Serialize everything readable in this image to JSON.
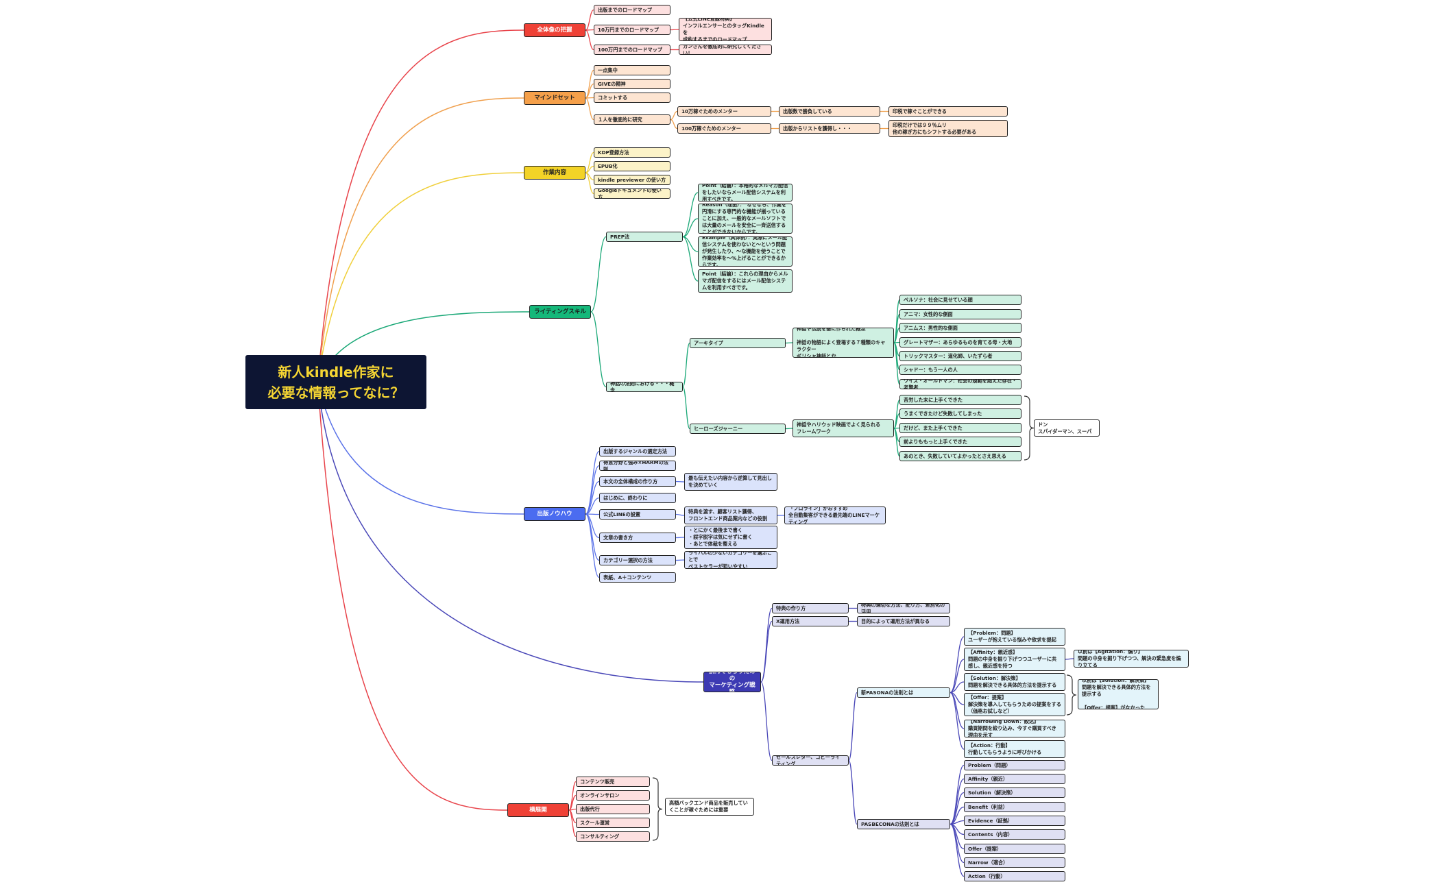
{
  "root": "新人kindle作家に\n必要な情報ってなに？",
  "branches": [
    {
      "id": "zentai",
      "label": "全体像の把握",
      "children": [
        {
          "label": "出版までのロードマップ"
        },
        {
          "label": "10万円までのロードマップ",
          "children": [
            {
              "label": "【公式LINE登録特典】\nインフルエンサーとのタッグKindleを\n成約するまでのロードマップ"
            }
          ]
        },
        {
          "label": "100万円までのロードマップ",
          "children": [
            {
              "label": "カンさんを徹底的に研究してください！"
            }
          ]
        }
      ]
    },
    {
      "id": "mind",
      "label": "マインドセット",
      "children": [
        {
          "label": "一点集中"
        },
        {
          "label": "GIVEの精神"
        },
        {
          "label": "コミットする"
        },
        {
          "label": "１人を徹底的に研究",
          "children": [
            {
              "label": "10万稼ぐためのメンター",
              "children": [
                {
                  "label": "出版数で勝負している",
                  "children": [
                    {
                      "label": "印税で稼ぐことができる"
                    }
                  ]
                }
              ]
            },
            {
              "label": "100万稼ぐためのメンター",
              "children": [
                {
                  "label": "出版からリストを獲得し・・・",
                  "children": [
                    {
                      "label": "印税だけでは９９％ムリ\n他の稼ぎ方にもシフトする必要がある"
                    }
                  ]
                }
              ]
            }
          ]
        }
      ]
    },
    {
      "id": "sagyo",
      "label": "作業内容",
      "children": [
        {
          "label": "KDP登録方法"
        },
        {
          "label": "EPUB化"
        },
        {
          "label": "kindle previewer の使い方"
        },
        {
          "label": "Googleドキュメントの使い方"
        }
      ]
    },
    {
      "id": "writing",
      "label": "ライティングスキル",
      "children": [
        {
          "label": "PREP法",
          "children": [
            {
              "label": "Point（結論）：本格的なメルマガ配信をしたいならメール配信システムを利用すべきです。"
            },
            {
              "label": "Reason（理由）：　なぜなら、作業を円滑にする専門的な機能が揃っていることに加え、一般的なメールソフトでは大量のメールを安全に一斉送信することができないからです。"
            },
            {
              "label": "Example（具体例）：実際にメール配信システムを使わないと〜という問題が発生したり、〜な機能を使うことで作業効率を〜%上げることができるからです。"
            },
            {
              "label": "Point（結論）：これらの理由からメルマガ配信をするにはメール配信システムを利用すべきです。"
            }
          ]
        },
        {
          "label": "神話の法則における・・・概念",
          "children": [
            {
              "label": "アーキタイプ",
              "children": [
                {
                  "label": "神話や伝説を基に作られた概念\n\n神話の物語によく登場する７種類のキャラクター\nギリシャ神話とか",
                  "children": [
                    {
                      "label": "ペルソナ：社会に見せている顔"
                    },
                    {
                      "label": "アニマ：女性的な側面"
                    },
                    {
                      "label": "アニムス：男性的な側面"
                    },
                    {
                      "label": "グレートマザー：あらゆるものを育てる母・大地"
                    },
                    {
                      "label": "トリックマスター：道化師、いたずら者"
                    },
                    {
                      "label": "シャドー：もう一人の人"
                    },
                    {
                      "label": "ワイズ・オールドマン：社会の規範を超えた存在・老賢者"
                    }
                  ]
                }
              ]
            },
            {
              "label": "ヒーローズジャーニー",
              "children": [
                {
                  "label": "神話やハリウッド映画でよく見られる\nフレームワーク",
                  "children": [
                    {
                      "label": "苦労した末に上手くできた"
                    },
                    {
                      "label": "うまくできたけど失敗してしまった"
                    },
                    {
                      "label": "だけど、また上手くできた"
                    },
                    {
                      "label": "前よりももっと上手くできた"
                    },
                    {
                      "label": "あのとき、失敗していてよかったとさえ思える"
                    }
                  ]
                }
              ]
            }
          ]
        }
      ]
    },
    {
      "id": "know",
      "label": "出版ノウハウ",
      "children": [
        {
          "label": "出版するジャンルの選定方法"
        },
        {
          "label": "得意分野と強み×HARMの法則"
        },
        {
          "label": "本文の全体構成の作り方",
          "children": [
            {
              "label": "最も伝えたい内容から逆算して見出しを決めていく"
            }
          ]
        },
        {
          "label": "はじめに、終わりに"
        },
        {
          "label": "公式LINEの設置",
          "children": [
            {
              "label": "特典を渡す、顧客リスト獲得、\nフロントエンド商品案内などの役割",
              "children": [
                {
                  "label": "「プロライン」がおすすめ\n全自動集客ができる最先端のLINEマーケティング"
                }
              ]
            }
          ]
        },
        {
          "label": "文章の書き方",
          "children": [
            {
              "label": "・とにかく最後まで書く\n・誤字脱字は気にせずに書く\n・あとで体裁を整える"
            }
          ]
        },
        {
          "label": "カテゴリー選択の方法",
          "children": [
            {
              "label": "ライバルの少ないカテゴリーを選ぶことで\nベストセラーが狙いやすい"
            }
          ]
        },
        {
          "label": "表紙、A＋コンテンツ"
        }
      ]
    },
    {
      "id": "market",
      "label": "読んでもらうための\nマーケティング戦略",
      "children": [
        {
          "label": "特典の作り方",
          "children": [
            {
              "label": "特典の適切な方法、配り方、差別化の活用"
            }
          ]
        },
        {
          "label": "X運用方法",
          "children": [
            {
              "label": "目的によって運用方法が異なる"
            }
          ]
        },
        {
          "label": "セールスレター、コピーライティング",
          "children": [
            {
              "label": "新PASONAの法則とは",
              "children": [
                {
                  "label": "【Problem：問題】\nユーザーが抱えている悩みや欲求を提起"
                },
                {
                  "label": "【Affinity：親近感】\n問題の中身を掘り下げつつユーザーに共感し、親近感を持つ"
                },
                {
                  "label": "【Solution：解決策】\n問題を解決できる具体的方法を提示する"
                },
                {
                  "label": "【Offer：提案】\n解決策を導入してもらうための提案をする（価格お試しなど）"
                },
                {
                  "label": "【Narrowing Down：絞込】\n購買期間を絞り込み、今すぐ購買すべき理由を示す"
                },
                {
                  "label": "【Action：行動】\n行動してもらうように呼びかける"
                }
              ]
            },
            {
              "label": "PASBECONAの法則とは",
              "children": [
                {
                  "label": "Problem（問題）"
                },
                {
                  "label": "Affinity（親近）"
                },
                {
                  "label": "Solution（解決策）"
                },
                {
                  "label": "Benefit（利益）"
                },
                {
                  "label": "Evidence（証拠）"
                },
                {
                  "label": "Contents（内容）"
                },
                {
                  "label": "Offer（提案）"
                },
                {
                  "label": "Narrow（適合）"
                },
                {
                  "label": "Action（行動）"
                }
              ]
            }
          ]
        }
      ]
    },
    {
      "id": "kitei",
      "label": "横展開",
      "children": [
        {
          "label": "コンテンツ販売"
        },
        {
          "label": "オンラインサロン"
        },
        {
          "label": "出版代行"
        },
        {
          "label": "スクール運営"
        },
        {
          "label": "コンサルティング"
        }
      ]
    }
  ],
  "groups": {
    "hero_brace": "タイタニック、アルマゲドン\nスパイダーマン、スーパーマン",
    "kitei_brace": "高額バックエンド商品を販売していくことが稼ぐためには重要",
    "pasona_agitation": "以前は【Agitation：煽り】\n問題の中身を掘り下げつつ、解決の緊急度を煽り立てる",
    "pasona_old": "以前は【Solution：解決策】\n問題を解決できる具体的方法を提示する\n\n【Offer：提案】がなかった"
  },
  "colors": {
    "zentai": "#e8434a",
    "mind": "#f0a04e",
    "sagyo": "#f0cf3a",
    "writing": "#1aa877",
    "know": "#5a72e8",
    "market": "#4a48b8",
    "kitei": "#e8434a"
  }
}
